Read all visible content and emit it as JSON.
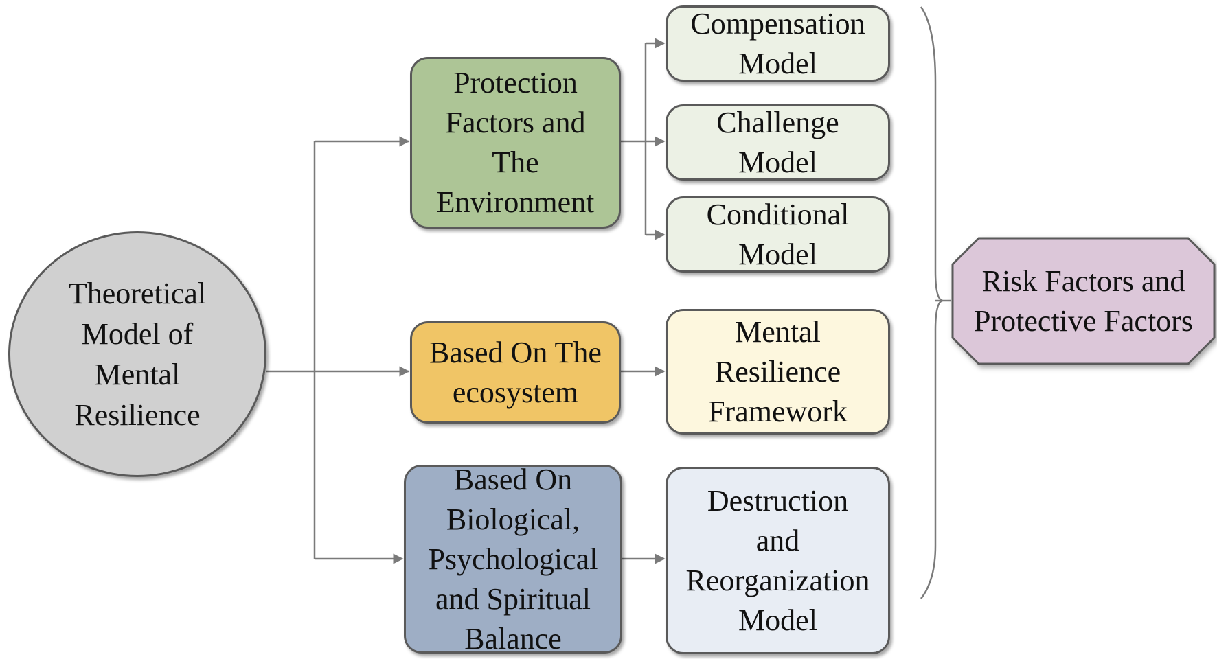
{
  "root": {
    "lines": [
      "Theoretical",
      "Model of",
      "Mental",
      "Resilience"
    ]
  },
  "categories": [
    {
      "id": "protection",
      "lines": [
        "Protection",
        "Factors and",
        "The",
        "Environment"
      ],
      "color": "#adc596"
    },
    {
      "id": "ecosystem",
      "lines": [
        "Based On The",
        "ecosystem"
      ],
      "color": "#f0c566"
    },
    {
      "id": "balance",
      "lines": [
        "Based On",
        "Biological,",
        "Psychological",
        "and Spiritual",
        "Balance"
      ],
      "color": "#9eaec5"
    }
  ],
  "models": [
    {
      "id": "compensation",
      "lines": [
        "Compensation",
        "Model"
      ],
      "color": "#ecf1e5"
    },
    {
      "id": "challenge",
      "lines": [
        "Challenge",
        "Model"
      ],
      "color": "#ecf1e5"
    },
    {
      "id": "conditional",
      "lines": [
        "Conditional",
        "Model"
      ],
      "color": "#ecf1e5"
    },
    {
      "id": "framework",
      "lines": [
        "Mental",
        "Resilience",
        "Framework"
      ],
      "color": "#fdf7de"
    },
    {
      "id": "destruction",
      "lines": [
        "Destruction",
        "and",
        "Reorganization",
        "Model"
      ],
      "color": "#e8edf4"
    }
  ],
  "outcome": {
    "lines": [
      "Risk Factors and",
      "Protective Factors"
    ],
    "color": "#dcc7d9"
  },
  "connector_color": "#7a7a7a"
}
